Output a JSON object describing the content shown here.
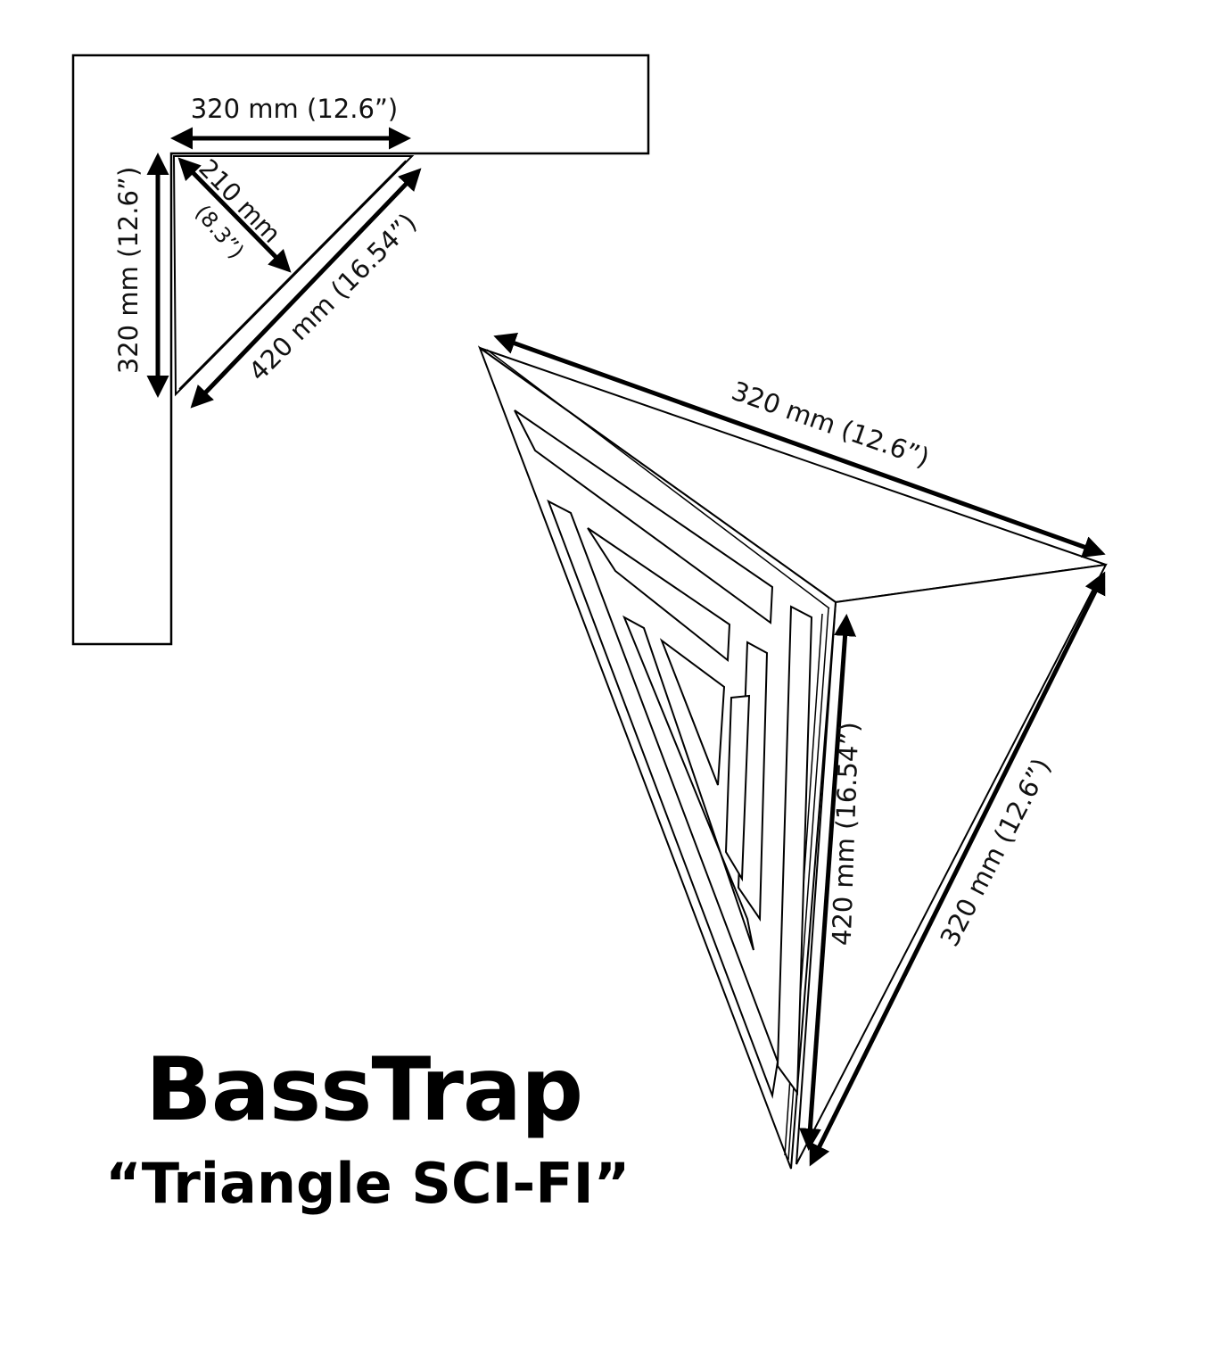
{
  "title": "BassTrap",
  "subtitle": "“Triangle SCI-FI”",
  "top_view": {
    "width_label": "320 mm (12.6”)",
    "height_label": "320 mm (12.6”)",
    "depth_label_mm": "210 mm",
    "depth_label_in": "(8.3”)",
    "hypotenuse_label": "420 mm (16.54”)"
  },
  "perspective_view": {
    "top_edge_label": "320 mm (12.6”)",
    "front_edge_label": "420 mm (16.54”)",
    "right_edge_label": "320 mm (12.6”)"
  }
}
